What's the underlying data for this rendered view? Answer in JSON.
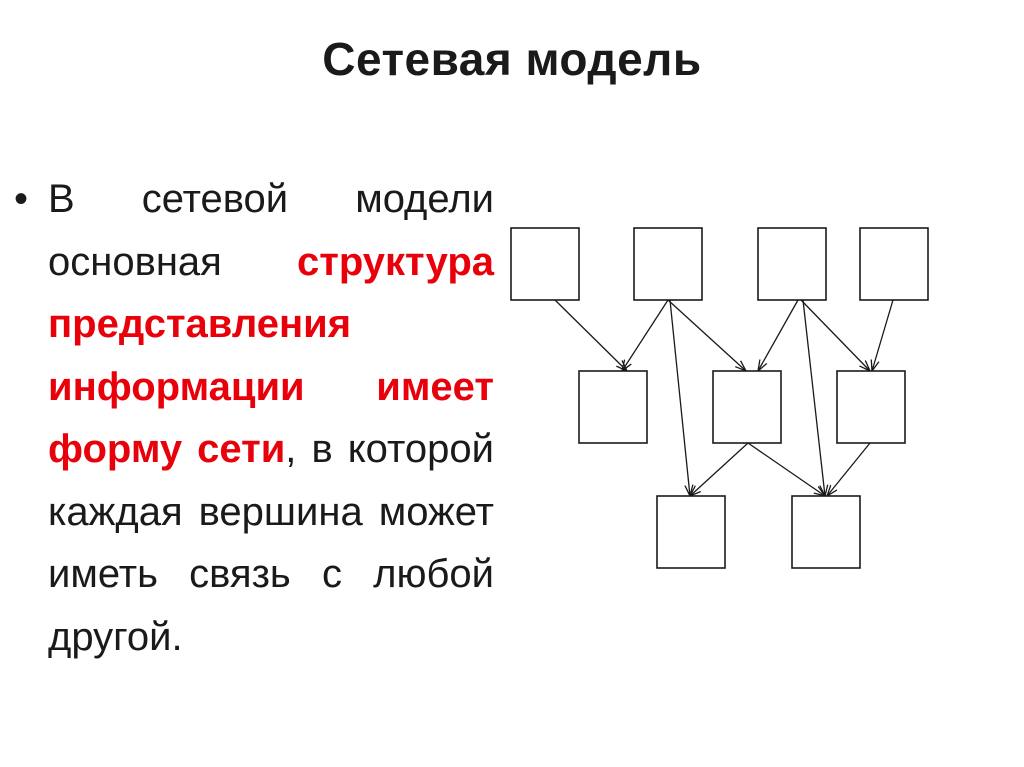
{
  "slide": {
    "title": "Сетевая модель",
    "bullet_marker": "•",
    "text_parts": {
      "p1": "В сетевой модели основная ",
      "p2": "структура представления информации имеет форму сети",
      "p3": ", в которой каждая вершина может иметь связь с любой другой."
    },
    "colors": {
      "text": "#1a1a1a",
      "emphasis": "#e8000b",
      "background": "#ffffff"
    }
  },
  "diagram": {
    "nodes": [
      {
        "id": "t1"
      },
      {
        "id": "t2"
      },
      {
        "id": "t3"
      },
      {
        "id": "t4"
      },
      {
        "id": "m1"
      },
      {
        "id": "m2"
      },
      {
        "id": "m3"
      },
      {
        "id": "b1"
      },
      {
        "id": "b2"
      }
    ],
    "edges": [
      {
        "from": "t1",
        "to": "m1"
      },
      {
        "from": "t2",
        "to": "m1"
      },
      {
        "from": "t2",
        "to": "m2"
      },
      {
        "from": "t2",
        "to": "b1"
      },
      {
        "from": "t3",
        "to": "m2"
      },
      {
        "from": "t3",
        "to": "m3"
      },
      {
        "from": "t3",
        "to": "b2"
      },
      {
        "from": "t4",
        "to": "m3"
      },
      {
        "from": "m2",
        "to": "b1"
      },
      {
        "from": "m2",
        "to": "b2"
      },
      {
        "from": "m3",
        "to": "b2"
      }
    ]
  }
}
